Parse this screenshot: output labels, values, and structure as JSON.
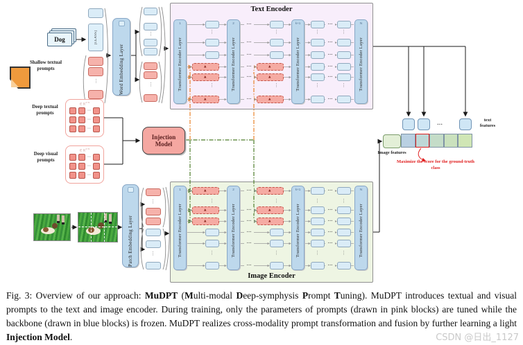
{
  "figure": {
    "text_encoder_title": "Text Encoder",
    "image_encoder_title": "Image Encoder",
    "transformer_layer_label": "Transformer Encoder Layer",
    "layer_subscripts": [
      "1",
      "2",
      "k+1",
      "N"
    ],
    "word_embedding_label": "Word Embedding Layer",
    "patch_embedding_label": "Patch Embedding Layer",
    "injection_model_label": "Injection Model",
    "dog_label": "Dog",
    "class_token": "[CLASS]",
    "labels": {
      "shallow_textual_prompts": "Shallow textual prompts",
      "deep_textual_prompts": "Deep textual prompts",
      "deep_visual_prompts": "Deep visual prompts",
      "text_features": "text features",
      "image_features": "Image features"
    },
    "set_notation": "∈ ℝ",
    "set_sup": "d×N",
    "ellipsis_h": "···",
    "ellipsis_v": "⋮",
    "prompt_glyph": "▲",
    "score_annotation": "Maximize the score for the ground-truth class",
    "score_row": {
      "cell_count": 5,
      "highlighted_index": 1
    }
  },
  "caption": {
    "segments": [
      {
        "text": "Fig. 3: Overview of our approach: ",
        "bold": false
      },
      {
        "text": "MuDPT",
        "bold": true
      },
      {
        "text": " (",
        "bold": false
      },
      {
        "text": "M",
        "bold": true
      },
      {
        "text": "ulti-modal ",
        "bold": false
      },
      {
        "text": "D",
        "bold": true
      },
      {
        "text": "eep-symphysis ",
        "bold": false
      },
      {
        "text": "P",
        "bold": true
      },
      {
        "text": "rompt ",
        "bold": false
      },
      {
        "text": "T",
        "bold": true
      },
      {
        "text": "uning). MuDPT introduces textual and visual prompts to the text and image encoder. During training, only the parameters of prompts (drawn in pink blocks) are tuned while the backbone (drawn in blue blocks) is frozen. MuDPT realizes cross-modality prompt transformation and fusion by further learning a light ",
        "bold": false
      },
      {
        "text": "Injection Model",
        "bold": true
      },
      {
        "text": ".",
        "bold": false
      }
    ]
  },
  "watermark": "CSDN @日出_1127",
  "colors": {
    "text_panel_bg": "#f8eefb",
    "image_panel_bg": "#eef5e3",
    "tel_bg": "#bdd8ec",
    "token_blue": "#daecf7",
    "token_pink": "#f6b2ab",
    "injection_bg": "#f5a7a1",
    "orange_wire": "#e8822a",
    "green_wire": "#4e7d2a",
    "annotation_red": "#e02020",
    "score_cells": [
      "#b9d0e2",
      "#bed7d6",
      "#c4dcc8",
      "#cae1bd",
      "#d0e6b5"
    ]
  }
}
